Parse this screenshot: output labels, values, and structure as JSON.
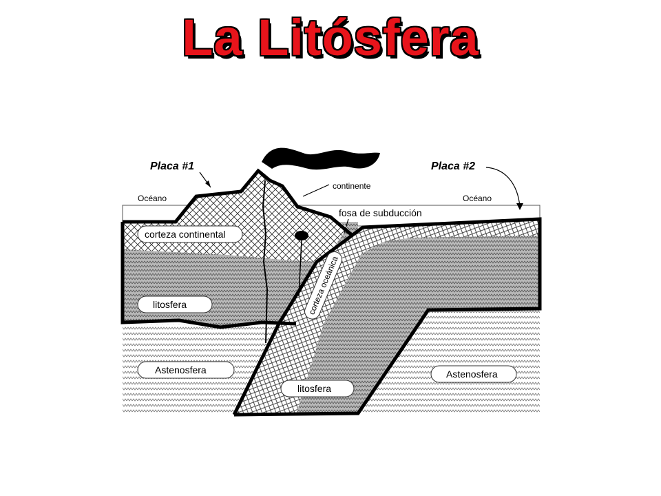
{
  "title": "La Litósfera",
  "labels": {
    "placa1": "Placa #1",
    "placa2": "Placa #2",
    "oceano_left": "Océano",
    "oceano_right": "Océano",
    "continente": "continente",
    "fosa": "fosa de subducción",
    "corteza_continental": "corteza continental",
    "corteza_oceanica": "corteza oceánica",
    "litosfera_left": "litosfera",
    "litosfera_center": "litosfera",
    "astenosfera_left": "Astenosfera",
    "astenosfera_right": "Astenosfera"
  }
}
